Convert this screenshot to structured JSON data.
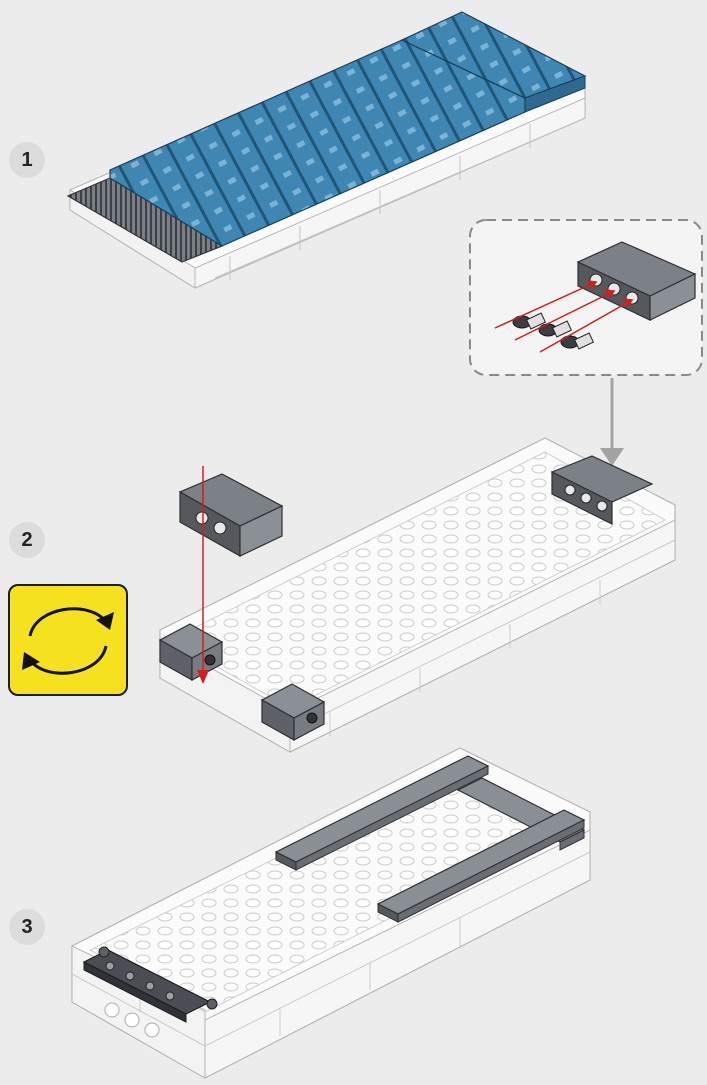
{
  "steps": [
    {
      "number": "1"
    },
    {
      "number": "2"
    },
    {
      "number": "3"
    }
  ],
  "icons": {
    "rotate": "rotate-model-icon",
    "callout": "callout-pins-into-technic-brick"
  },
  "colors": {
    "background": "#ececec",
    "trans_blue": "#3f86b3",
    "dark_gray": "#5d6166",
    "white_brick": "#fbfbfb",
    "red_arrow": "#d71c1c",
    "rotate_yellow": "#f5e11d"
  }
}
